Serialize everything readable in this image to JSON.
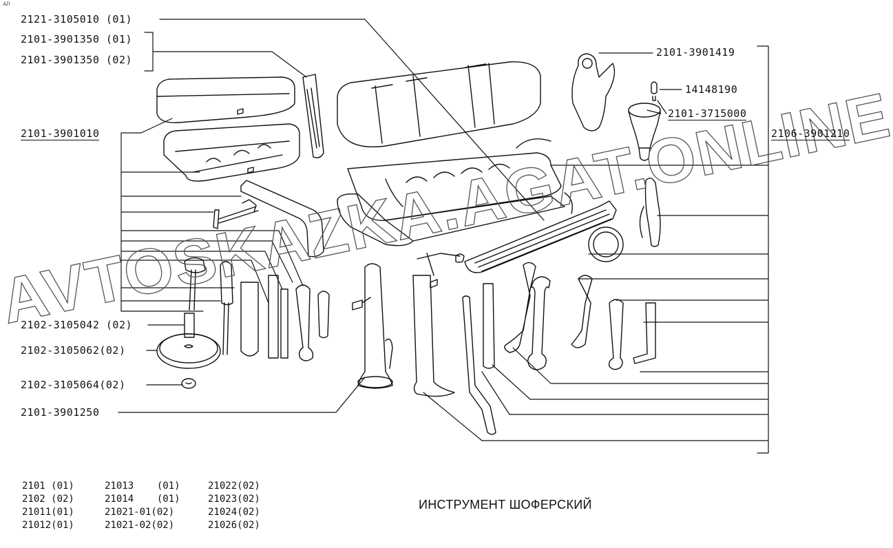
{
  "corner_mark": "AD",
  "title": "ИНСТРУМЕНТ ШОФЕРСКИЙ",
  "watermark": "AVTOSKAZKA.AGAT.ONLINE",
  "colors": {
    "ink": "#111111",
    "watermark": "#555555",
    "background": "#ffffff"
  },
  "labels": {
    "jack_handle_key": "2121-3105010 (01)",
    "pump_01": "2101-3901350 (01)",
    "pump_02": "2101-3901350 (02)",
    "toolbox": "2101-3901010",
    "tyre_gauge": "2101-3901419",
    "lamp_bulb": "14148190",
    "inspection_lamp": "2101-3715000",
    "tool_kit": "2106-3901210",
    "wheel_bolt": "2102-3105042 (02)",
    "hub_cap": "2102-3105062(02)",
    "washer": "2102-3105064(02)",
    "jack": "2101-3901250"
  },
  "model_table": [
    [
      "2101 (01)",
      "21013    (01)",
      "21022(02)"
    ],
    [
      "2102 (02)",
      "21014    (01)",
      "21023(02)"
    ],
    [
      "21011(01)",
      "21021-01(02)",
      "21024(02)"
    ],
    [
      "21012(01)",
      "21021-02(02)",
      "21026(02)"
    ]
  ]
}
